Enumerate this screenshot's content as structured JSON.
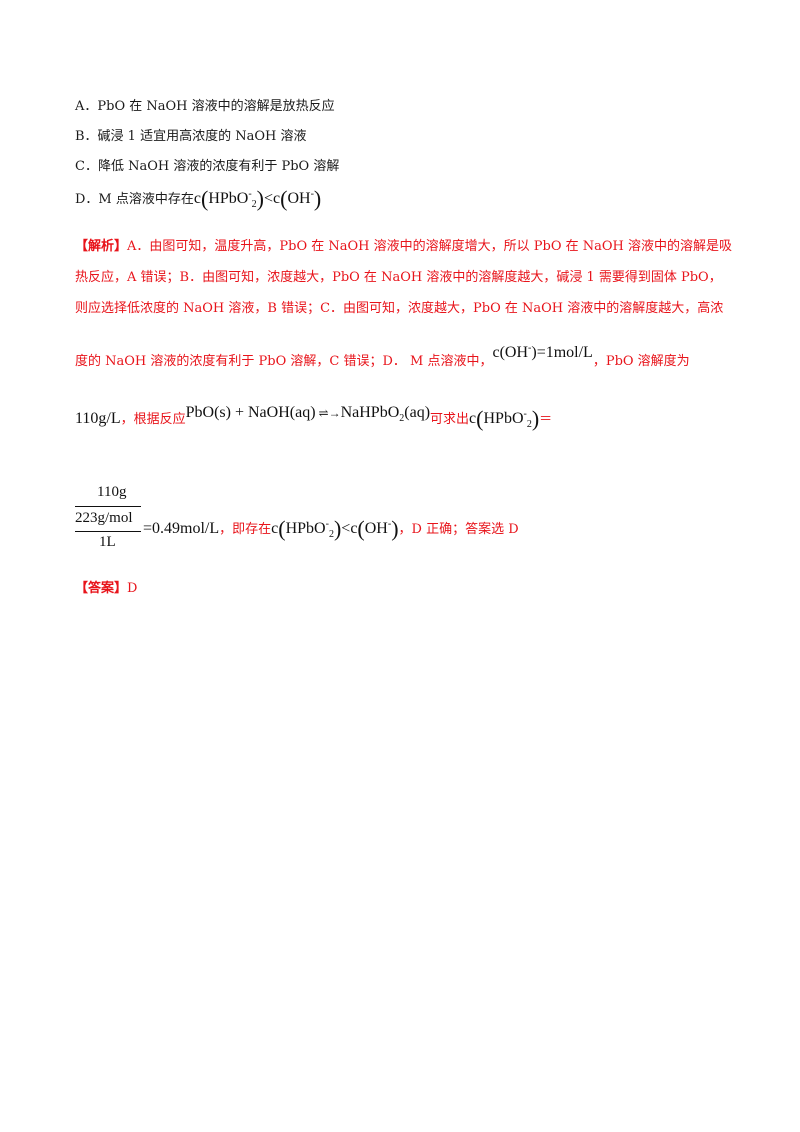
{
  "options": {
    "a": "A．PbO 在 NaOH 溶液中的溶解是放热反应",
    "b": "B．碱浸 1 适宜用高浓度的 NaOH 溶液",
    "c": "C．降低 NaOH 溶液的浓度有利于 PbO 溶解",
    "d_prefix": "D．M 点溶液中存在"
  },
  "formula": {
    "c": "c",
    "hpbo2": "HPbO",
    "hpbo2_sup": "-",
    "hpbo2_sub": "2",
    "lt": "<",
    "oh": "OH",
    "oh_sup": "-",
    "c_oh_eq": "c(OH",
    "c_oh_eq_sup": "-",
    "c_oh_eq_rest": ")=1mol/L",
    "solubility": "110g/L",
    "reaction": "PbO(s) + NaOH(aq)",
    "reaction_product": "NaHPbO",
    "reaction_product_sub": "2",
    "reaction_product_rest": "(aq)",
    "equals": "＝",
    "frac_num": "110g",
    "frac_den1": "223g/mol",
    "frac_den2": "1L",
    "frac_result": "=0.49mol/L"
  },
  "analysis": {
    "tag": "【解析】",
    "line1": "A．由图可知，温度升高，PbO 在 NaOH 溶液中的溶解度增大，所以 PbO 在 NaOH 溶液中的溶解是吸",
    "line2": "热反应，A 错误；B．由图可知，浓度越大，PbO 在 NaOH 溶液中的溶解度越大，碱浸 1 需要得到固体 PbO，",
    "line3": "则应选择低浓度的 NaOH 溶液，B 错误；C．由图可知，浓度越大，PbO 在 NaOH 溶液中的溶解度越大，高浓",
    "line4_a": "度的 NaOH 溶液的浓度有利于 PbO 溶解，C 错误；D． M 点溶液中，",
    "line4_b": "，PbO 溶解度为",
    "line5_a": "，根据反应",
    "line5_b": "可求出",
    "line6_a": "，即存在",
    "line6_b": "，D 正确；答案选 D"
  },
  "answer": {
    "tag": "【答案】",
    "value": "D"
  }
}
